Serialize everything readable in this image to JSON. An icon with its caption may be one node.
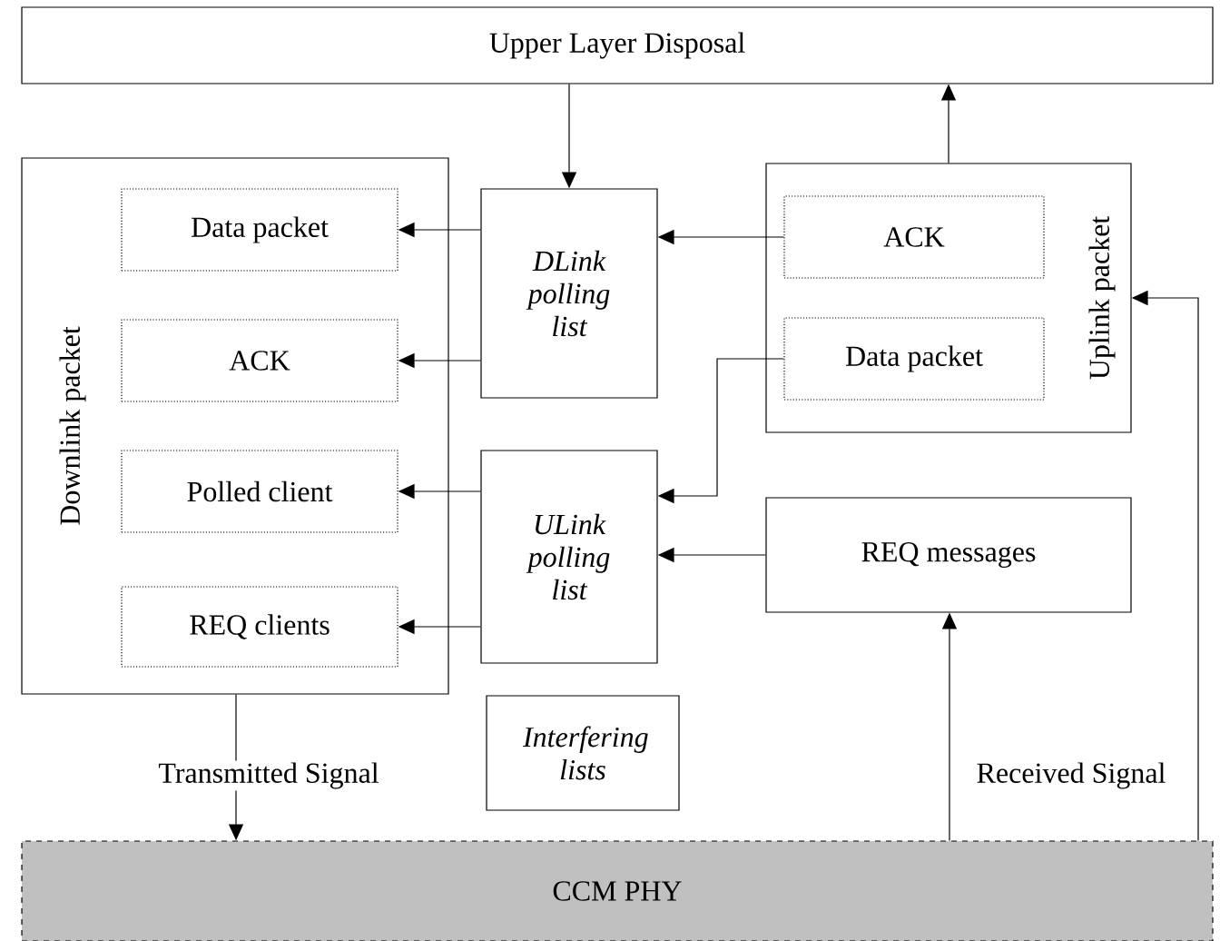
{
  "diagram": {
    "nodes": [
      {
        "text": [
          "Upper Layer Disposal"
        ]
      },
      {
        "text": [
          "Downlink packet"
        ]
      },
      {
        "text": [
          "Data packet"
        ],
        "in": 1
      },
      {
        "text": [
          "ACK"
        ],
        "in": 1
      },
      {
        "text": [
          "Polled client"
        ],
        "in": 1
      },
      {
        "text": [
          "REQ clients"
        ],
        "in": 1
      },
      {
        "text": [
          "DLink polling list"
        ]
      },
      {
        "text": [
          "ULink polling list"
        ]
      },
      {
        "text": [
          "Uplink packet"
        ]
      },
      {
        "text": [
          "ACK"
        ],
        "in": 8
      },
      {
        "text": [
          "Data packet"
        ],
        "in": 8
      },
      {
        "text": [
          "REQ messages"
        ]
      },
      {
        "text": [
          "Interfering lists"
        ]
      },
      {
        "text": [
          "CCM PHY"
        ]
      }
    ],
    "edges": [
      {
        "from": 0,
        "to": 6,
        "arrow": "to"
      },
      {
        "from": 8,
        "to": 0,
        "arrow": "to"
      },
      {
        "from": 6,
        "to": 2,
        "arrow": "to"
      },
      {
        "from": 6,
        "to": 3,
        "arrow": "to"
      },
      {
        "from": 7,
        "to": 4,
        "arrow": "to"
      },
      {
        "from": 7,
        "to": 5,
        "arrow": "to"
      },
      {
        "from": 9,
        "to": 6,
        "arrow": "to"
      },
      {
        "from": 10,
        "to": 7,
        "arrow": "to"
      },
      {
        "from": 11,
        "to": 7,
        "arrow": "to"
      },
      {
        "from": 13,
        "to": 11,
        "arrow": "to",
        "label": "Received Signal"
      },
      {
        "from": 13,
        "to": 8,
        "arrow": "to"
      },
      {
        "from": 1,
        "to": 13,
        "arrow": "to",
        "label": "Transmitted Signal"
      }
    ]
  }
}
